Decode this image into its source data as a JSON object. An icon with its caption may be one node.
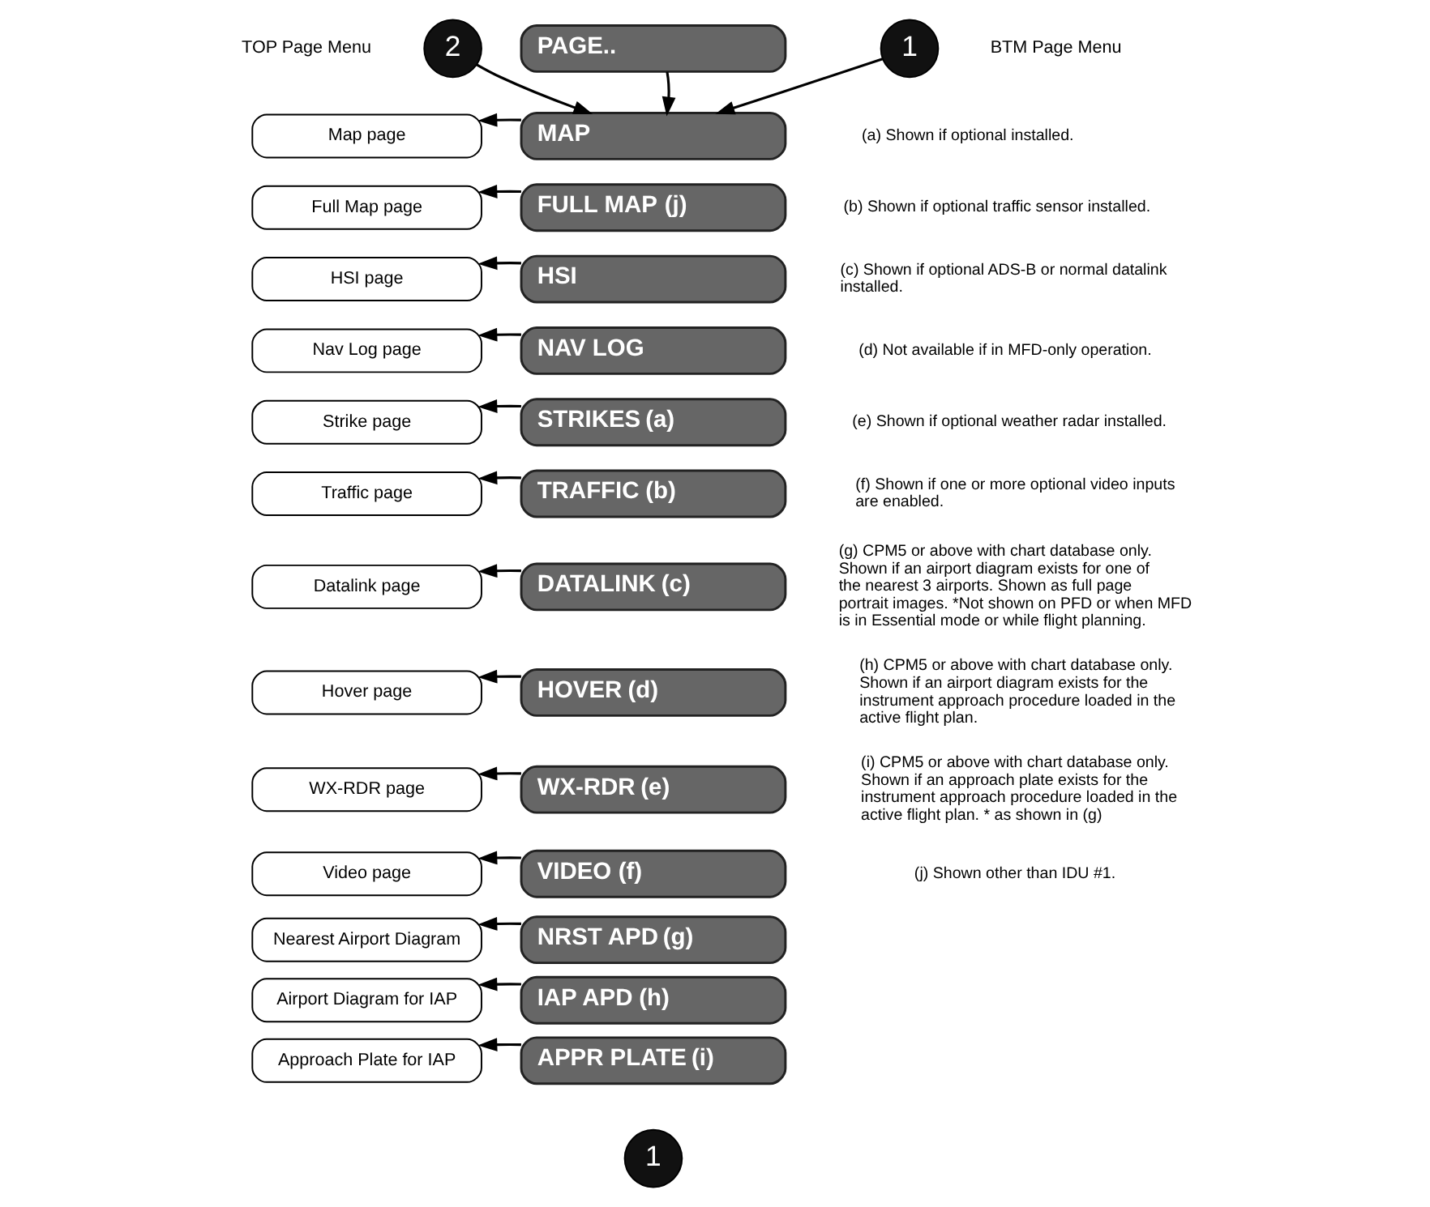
{
  "diagram": {
    "nodes": [
      {
        "text": [
          "2"
        ],
        "beside": [
          "TOP Page Menu"
        ]
      },
      {
        "text": [
          "PAGE.."
        ]
      },
      {
        "text": [
          "1"
        ],
        "beside": [
          "BTM Page Menu"
        ]
      },
      {
        "text": [
          "Map page"
        ]
      },
      {
        "text": [
          "MAP"
        ]
      },
      {
        "text": [
          "Full Map page"
        ]
      },
      {
        "text": [
          "FULL MAP",
          "(j)"
        ]
      },
      {
        "text": [
          "HSI page"
        ]
      },
      {
        "text": [
          "HSI"
        ]
      },
      {
        "text": [
          "Nav Log page"
        ]
      },
      {
        "text": [
          "NAV LOG"
        ]
      },
      {
        "text": [
          "Strike page"
        ]
      },
      {
        "text": [
          "STRIKES",
          "(a)"
        ]
      },
      {
        "text": [
          "Traffic page"
        ]
      },
      {
        "text": [
          "TRAFFIC",
          "(b)"
        ]
      },
      {
        "text": [
          "Datalink page"
        ]
      },
      {
        "text": [
          "DATALINK",
          "(c)"
        ]
      },
      {
        "text": [
          "Hover page"
        ]
      },
      {
        "text": [
          "HOVER",
          "(d)"
        ]
      },
      {
        "text": [
          "WX-RDR page"
        ]
      },
      {
        "text": [
          "WX-RDR",
          "(e)"
        ]
      },
      {
        "text": [
          "Video page"
        ]
      },
      {
        "text": [
          "VIDEO",
          "(f)"
        ]
      },
      {
        "text": [
          "Nearest Airport Diagram"
        ]
      },
      {
        "text": [
          "NRST APD",
          "(g)"
        ]
      },
      {
        "text": [
          "Airport Diagram for IAP"
        ]
      },
      {
        "text": [
          "IAP APD",
          "(h)"
        ]
      },
      {
        "text": [
          "Approach Plate for IAP"
        ]
      },
      {
        "text": [
          "APPR PLATE",
          "(i)"
        ]
      },
      {
        "text": [
          "1"
        ]
      }
    ],
    "edges": [
      {
        "from": 0,
        "to": 4,
        "arrow": "to"
      },
      {
        "from": 1,
        "to": 4,
        "arrow": "to"
      },
      {
        "from": 2,
        "to": 4,
        "arrow": "to"
      },
      {
        "from": 4,
        "to": 3,
        "arrow": "to"
      },
      {
        "from": 6,
        "to": 5,
        "arrow": "to"
      },
      {
        "from": 8,
        "to": 7,
        "arrow": "to"
      },
      {
        "from": 10,
        "to": 9,
        "arrow": "to"
      },
      {
        "from": 12,
        "to": 11,
        "arrow": "to"
      },
      {
        "from": 14,
        "to": 13,
        "arrow": "to"
      },
      {
        "from": 16,
        "to": 15,
        "arrow": "to"
      },
      {
        "from": 18,
        "to": 17,
        "arrow": "to"
      },
      {
        "from": 20,
        "to": 19,
        "arrow": "to"
      },
      {
        "from": 22,
        "to": 21,
        "arrow": "to"
      },
      {
        "from": 24,
        "to": 23,
        "arrow": "to"
      },
      {
        "from": 26,
        "to": 25,
        "arrow": "to"
      },
      {
        "from": 28,
        "to": 27,
        "arrow": "to"
      }
    ],
    "labels": [
      "(a) Shown if optional installed.",
      "(b) Shown if optional traffic sensor installed.",
      "(c) Shown if optional ADS-B or normal datalink installed.",
      "(d) Not available if in MFD-only operation.",
      "(e) Shown if optional weather radar installed.",
      "(f) Shown if one or more optional video inputs are enabled.",
      "(g) CPM5 or above with chart database only. Shown if an airport diagram exists for one of the nearest 3 airports. Shown as full page portrait images. *Not shown on PFD or when MFD is in Essential mode or while flight planning.",
      "(h) CPM5 or above with chart database only. Shown if an airport diagram exists for the instrument approach procedure loaded in the active flight plan.",
      "(i) CPM5 or above with chart database only. Shown if an approach plate exists for the instrument approach procedure loaded in the active flight plan. * as shown in (g)",
      "(j) Shown other than IDU #1."
    ]
  }
}
